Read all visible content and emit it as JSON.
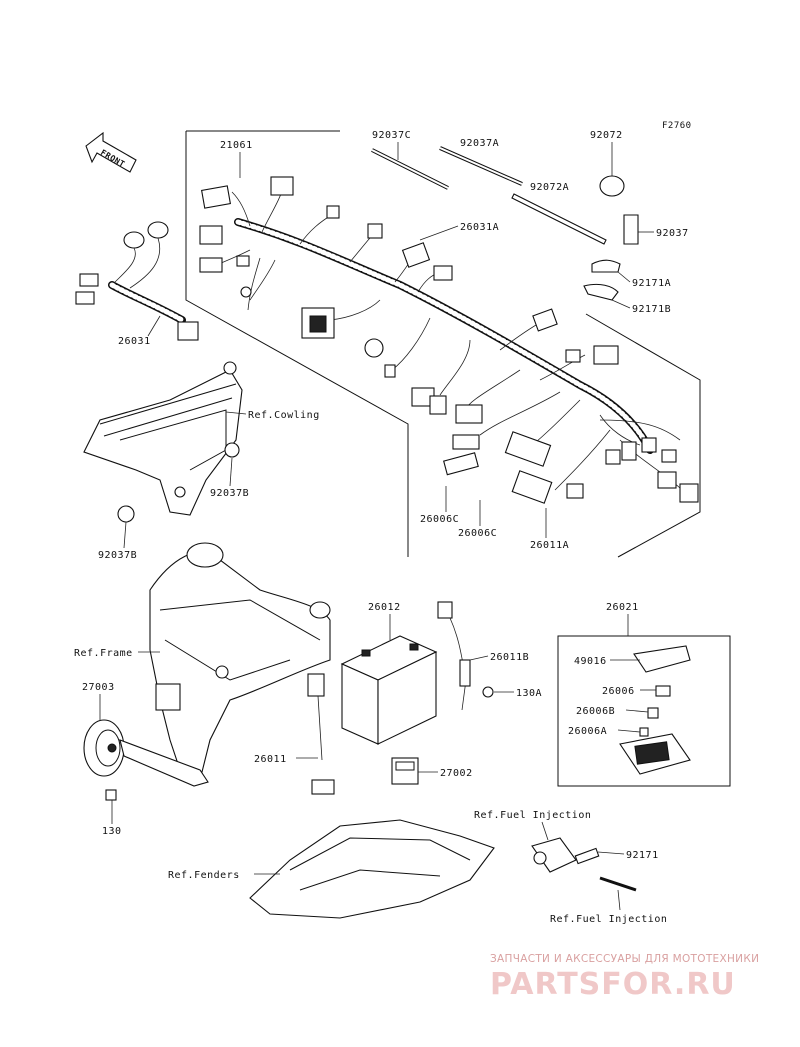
{
  "figure_code": "F2760",
  "front_label": "FRONT",
  "labels": {
    "p21061": "21061",
    "p92037C": "92037C",
    "p92037A": "92037A",
    "p92072": "92072",
    "p92072A": "92072A",
    "p26031A": "26031A",
    "p92037": "92037",
    "p92171A": "92171A",
    "p92171B": "92171B",
    "p26031": "26031",
    "ref_cowling": "Ref.Cowling",
    "p92037B_a": "92037B",
    "p92037B_b": "92037B",
    "p26006C_a": "26006C",
    "p26006C_b": "26006C",
    "p26011A": "26011A",
    "p26012": "26012",
    "p26011B": "26011B",
    "p26021": "26021",
    "p49016": "49016",
    "p26006": "26006",
    "p26006B": "26006B",
    "p26006A": "26006A",
    "ref_frame": "Ref.Frame",
    "p27003": "27003",
    "p130A": "130A",
    "p26011": "26011",
    "p27002": "27002",
    "p130": "130",
    "ref_fuel_injection_a": "Ref.Fuel Injection",
    "p92171": "92171",
    "ref_fenders": "Ref.Fenders",
    "ref_fuel_injection_b": "Ref.Fuel Injection"
  },
  "watermark": {
    "tagline": "ЗАПЧАСТИ И АКСЕССУАРЫ ДЛЯ МОТОТЕХНИКИ",
    "logo": "PARTSFOR.RU"
  }
}
